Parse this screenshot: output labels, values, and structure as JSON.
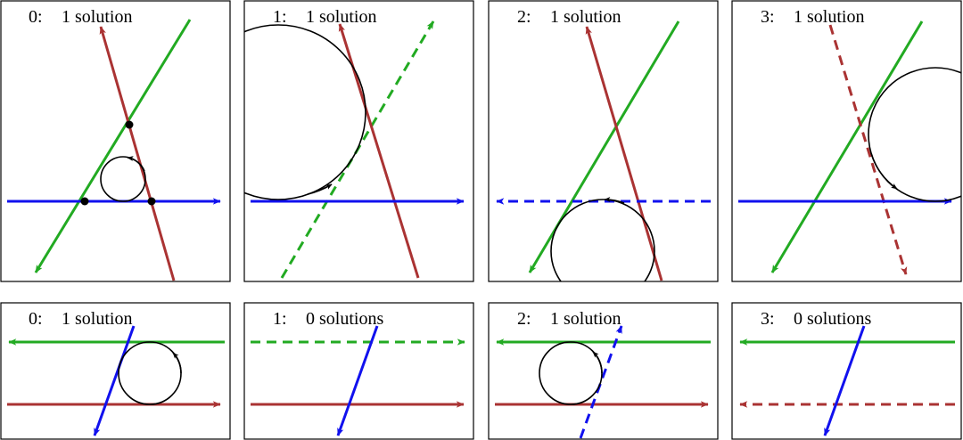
{
  "colors": {
    "green": "#22aa22",
    "red": "#aa3333",
    "blue": "#1111ee",
    "black": "#000000",
    "frame": "#000000"
  },
  "panels": [
    {
      "index": "0:",
      "label": "1 solution",
      "row": "top",
      "lines": [
        {
          "color": "green",
          "style": "solid",
          "direction": "down-left"
        },
        {
          "color": "red",
          "style": "solid",
          "direction": "up"
        },
        {
          "color": "blue",
          "style": "solid",
          "direction": "right"
        }
      ],
      "circle": true,
      "points": 3
    },
    {
      "index": "1:",
      "label": "1 solution",
      "row": "top",
      "lines": [
        {
          "color": "green",
          "style": "dashed",
          "direction": "up-right"
        },
        {
          "color": "red",
          "style": "solid",
          "direction": "up"
        },
        {
          "color": "blue",
          "style": "solid",
          "direction": "right"
        }
      ],
      "circle": true
    },
    {
      "index": "2:",
      "label": "1 solution",
      "row": "top",
      "lines": [
        {
          "color": "green",
          "style": "solid",
          "direction": "down-left"
        },
        {
          "color": "red",
          "style": "solid",
          "direction": "up"
        },
        {
          "color": "blue",
          "style": "dashed",
          "direction": "left"
        }
      ],
      "circle": true
    },
    {
      "index": "3:",
      "label": "1 solution",
      "row": "top",
      "lines": [
        {
          "color": "green",
          "style": "solid",
          "direction": "down-left"
        },
        {
          "color": "red",
          "style": "dashed",
          "direction": "down"
        },
        {
          "color": "blue",
          "style": "solid",
          "direction": "right"
        }
      ],
      "circle": true
    },
    {
      "index": "0:",
      "label": "1 solution",
      "row": "bottom",
      "lines": [
        {
          "color": "green",
          "style": "solid",
          "direction": "left"
        },
        {
          "color": "red",
          "style": "solid",
          "direction": "right"
        },
        {
          "color": "blue",
          "style": "solid",
          "direction": "down"
        }
      ],
      "circle": true
    },
    {
      "index": "1:",
      "label": "0 solutions",
      "row": "bottom",
      "lines": [
        {
          "color": "green",
          "style": "dashed",
          "direction": "right"
        },
        {
          "color": "red",
          "style": "solid",
          "direction": "right"
        },
        {
          "color": "blue",
          "style": "solid",
          "direction": "down"
        }
      ],
      "circle": false
    },
    {
      "index": "2:",
      "label": "1 solution",
      "row": "bottom",
      "lines": [
        {
          "color": "green",
          "style": "solid",
          "direction": "left"
        },
        {
          "color": "red",
          "style": "solid",
          "direction": "right"
        },
        {
          "color": "blue",
          "style": "dashed",
          "direction": "up"
        }
      ],
      "circle": true
    },
    {
      "index": "3:",
      "label": "0 solutions",
      "row": "bottom",
      "lines": [
        {
          "color": "green",
          "style": "solid",
          "direction": "left"
        },
        {
          "color": "red",
          "style": "dashed",
          "direction": "left"
        },
        {
          "color": "blue",
          "style": "solid",
          "direction": "down"
        }
      ],
      "circle": false
    }
  ]
}
